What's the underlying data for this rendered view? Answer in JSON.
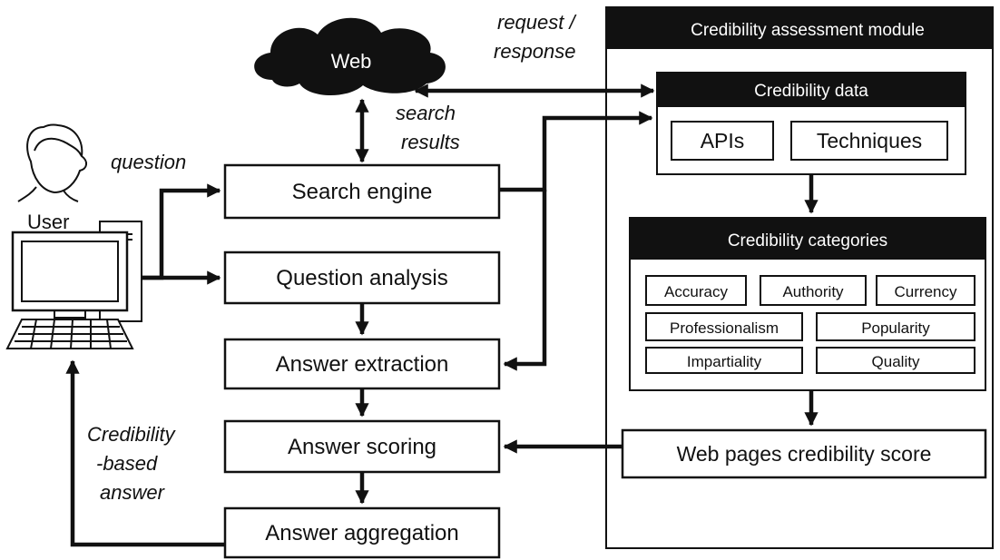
{
  "module": {
    "title": "Credibility assessment module",
    "credibility_data": {
      "title": "Credibility data",
      "items": [
        "APIs",
        "Techniques"
      ]
    },
    "categories": {
      "title": "Credibility categories",
      "items": [
        "Accuracy",
        "Authority",
        "Currency",
        "Professionalism",
        "Popularity",
        "Impartiality",
        "Quality"
      ]
    },
    "score_box": "Web pages credibility score"
  },
  "web": {
    "label": "Web"
  },
  "user": {
    "label": "User"
  },
  "pipeline": {
    "search_engine": "Search engine",
    "question_analysis": "Question analysis",
    "answer_extraction": "Answer extraction",
    "answer_scoring": "Answer scoring",
    "answer_aggregation": "Answer aggregation"
  },
  "annotations": {
    "request_line1": "request /",
    "request_line2": "response",
    "search_results_line1": "search",
    "search_results_line2": "results",
    "question": "question",
    "credibility_answer_line1": "Credibility",
    "credibility_answer_line2": "-based",
    "credibility_answer_line3": "answer"
  },
  "colors": {
    "ink": "#111111",
    "background": "#ffffff"
  }
}
